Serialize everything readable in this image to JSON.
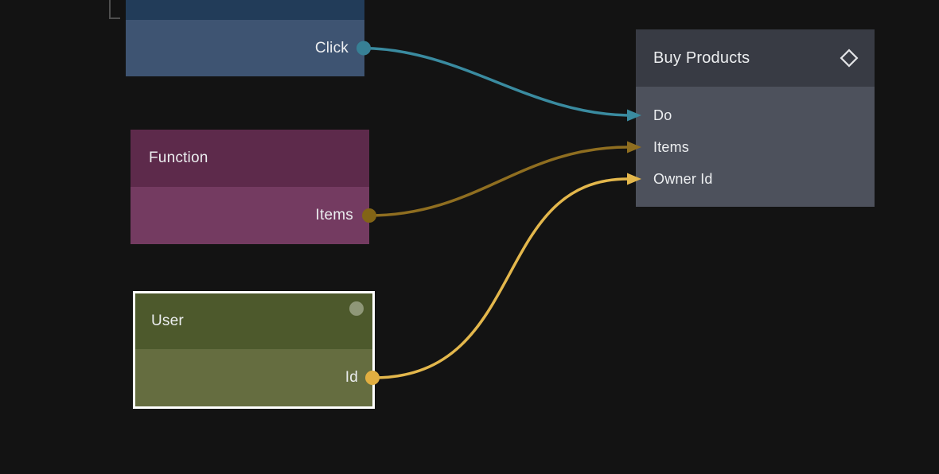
{
  "canvas": {
    "background_color": "#131313"
  },
  "nodes": {
    "click_node": {
      "header_color": "#223c59",
      "body_color": "#3e5472",
      "output": {
        "label": "Click",
        "port_color": "#378095"
      }
    },
    "function_node": {
      "title": "Function",
      "header_color": "#5d2a4b",
      "body_color": "#743b61",
      "output": {
        "label": "Items",
        "port_color": "#826416"
      }
    },
    "user_node": {
      "title": "User",
      "selected": true,
      "selection_color": "#ffffff",
      "header_color": "#4d592c",
      "body_color": "#656d40",
      "status_dot_color": "#8f9778",
      "output": {
        "label": "Id",
        "port_color": "#e1ae41"
      }
    },
    "buy_products_node": {
      "title": "Buy Products",
      "header_color": "#383b44",
      "body_color": "#4d515c",
      "header_icon": "diamond-icon",
      "inputs": [
        {
          "label": "Do",
          "arrow_color": "#3a8ba0"
        },
        {
          "label": "Items",
          "arrow_color": "#8f6e20"
        },
        {
          "label": "Owner Id",
          "arrow_color": "#e3b74c"
        }
      ]
    }
  },
  "wires": [
    {
      "from_node": "click_node",
      "from_port": "Click",
      "to_node": "buy_products_node",
      "to_port": "Do",
      "color": "#3a8ba0"
    },
    {
      "from_node": "function_node",
      "from_port": "Items",
      "to_node": "buy_products_node",
      "to_port": "Items",
      "color": "#8f6e20"
    },
    {
      "from_node": "user_node",
      "from_port": "Id",
      "to_node": "buy_products_node",
      "to_port": "Owner Id",
      "color": "#e3b74c"
    }
  ]
}
